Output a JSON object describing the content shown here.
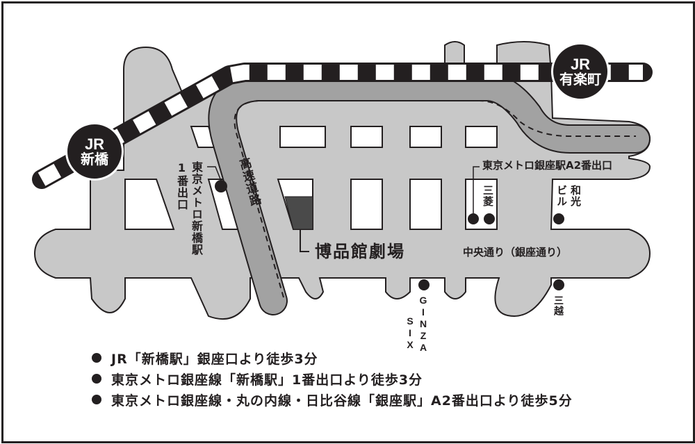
{
  "map": {
    "colors": {
      "road": "#c8c8c8",
      "expressway": "#a2a2a2",
      "outline": "#231f20",
      "building": "#ffffff",
      "theater": "#4a4a4a",
      "rail_dark": "#231f20",
      "rail_light": "#ffffff"
    },
    "stations": {
      "shimbashi": {
        "line1": "JR",
        "line2": "新橋"
      },
      "yurakucho": {
        "line1": "JR",
        "line2": "有楽町"
      }
    },
    "labels": {
      "expressway": "高速道路",
      "shimbashi_exit_a": "1番出口",
      "shimbashi_exit_b": "東京メトロ新橋駅",
      "ginza_exit": "東京メトロ銀座駅A2番出口",
      "theater": "博品館劇場",
      "chuo_dori": "中央通り（銀座通り）",
      "mitsubishi": "三菱",
      "wako_a": "和光",
      "wako_b": "ビル",
      "ginza_six_a": "GINZA",
      "ginza_six_b": "SIX",
      "mitsukoshi": "三越"
    }
  },
  "access": {
    "items": [
      {
        "text": "JR「新橋駅」銀座口より徒歩3分"
      },
      {
        "text": "東京メトロ銀座線「新橋駅」1番出口より徒歩3分"
      },
      {
        "text": "東京メトロ銀座線・丸の内線・日比谷線「銀座駅」A2番出口より徒歩5分"
      }
    ]
  }
}
